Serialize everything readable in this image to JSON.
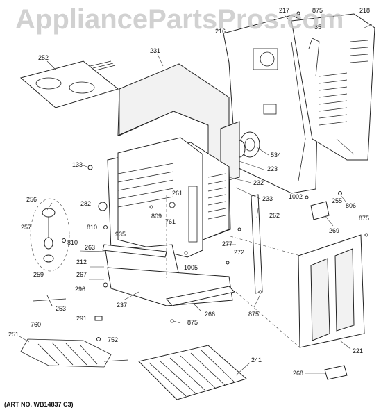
{
  "watermark": "AppliancePartsPros.com",
  "art_number": "(ART NO. WB14837 C3)",
  "callouts": [
    {
      "id": "c217",
      "text": "217"
    },
    {
      "id": "c875a",
      "text": "875"
    },
    {
      "id": "c218",
      "text": "218"
    },
    {
      "id": "c85",
      "text": "85"
    },
    {
      "id": "c216",
      "text": "216"
    },
    {
      "id": "c252",
      "text": "252"
    },
    {
      "id": "c231",
      "text": "231"
    },
    {
      "id": "c534",
      "text": "534"
    },
    {
      "id": "c223",
      "text": "223"
    },
    {
      "id": "c232",
      "text": "232"
    },
    {
      "id": "c233",
      "text": "233"
    },
    {
      "id": "c133",
      "text": "133"
    },
    {
      "id": "c1002",
      "text": "1002"
    },
    {
      "id": "c255",
      "text": "255"
    },
    {
      "id": "c806",
      "text": "806"
    },
    {
      "id": "c269",
      "text": "269"
    },
    {
      "id": "c875b",
      "text": "875"
    },
    {
      "id": "c256",
      "text": "256"
    },
    {
      "id": "c282",
      "text": "282"
    },
    {
      "id": "c261",
      "text": "261"
    },
    {
      "id": "c262",
      "text": "262"
    },
    {
      "id": "c257",
      "text": "257"
    },
    {
      "id": "c810a",
      "text": "810"
    },
    {
      "id": "c810b",
      "text": "810"
    },
    {
      "id": "c809",
      "text": "809"
    },
    {
      "id": "c761",
      "text": "761"
    },
    {
      "id": "c935",
      "text": "935"
    },
    {
      "id": "c277",
      "text": "277"
    },
    {
      "id": "c259",
      "text": "259"
    },
    {
      "id": "c263",
      "text": "263"
    },
    {
      "id": "c272",
      "text": "272"
    },
    {
      "id": "c212",
      "text": "212"
    },
    {
      "id": "c1005",
      "text": "1005"
    },
    {
      "id": "c267",
      "text": "267"
    },
    {
      "id": "c296",
      "text": "296"
    },
    {
      "id": "c237",
      "text": "237"
    },
    {
      "id": "c253",
      "text": "253"
    },
    {
      "id": "c266",
      "text": "266"
    },
    {
      "id": "c875c",
      "text": "875"
    },
    {
      "id": "c875d",
      "text": "875"
    },
    {
      "id": "c291",
      "text": "291"
    },
    {
      "id": "c760",
      "text": "760"
    },
    {
      "id": "c752",
      "text": "752"
    },
    {
      "id": "c251",
      "text": "251"
    },
    {
      "id": "c241",
      "text": "241"
    },
    {
      "id": "c221",
      "text": "221"
    },
    {
      "id": "c268",
      "text": "268"
    }
  ]
}
